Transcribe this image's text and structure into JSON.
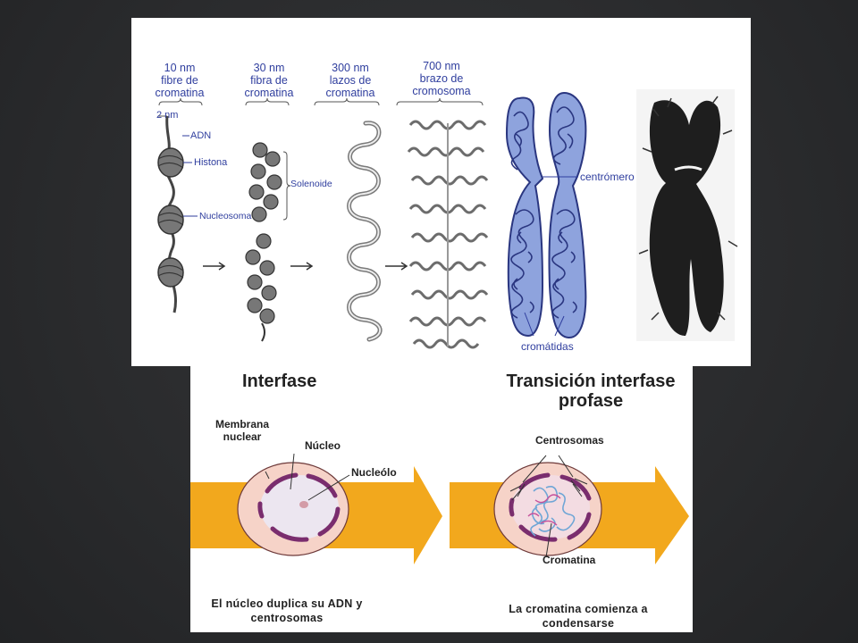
{
  "top_panel": {
    "stages": [
      {
        "size": "10 nm",
        "line1": "fibre de",
        "line2": "cromatina"
      },
      {
        "size": "30 nm",
        "line1": "fibra de",
        "line2": "cromatina"
      },
      {
        "size": "300 nm",
        "line1": "lazos de",
        "line2": "cromatina"
      },
      {
        "size": "700 nm",
        "line1": "brazo de",
        "line2": "cromosoma"
      }
    ],
    "labels": {
      "two_nm": "2 nm",
      "adn": "ADN",
      "histona": "Histona",
      "nucleosoma": "Nucleosoma",
      "solenoide": "Solenoide",
      "centromero": "centrómero",
      "cromatidas": "cromátidas"
    },
    "colors": {
      "label_blue": "#2f3e9e",
      "chromosome_fill": "#8ea3dd",
      "chromosome_stroke": "#2a3680"
    }
  },
  "bottom_panel": {
    "left_title": "Interfase",
    "right_title_line1": "Transición interfase",
    "right_title_line2": "profase",
    "left_annotations": {
      "membrana_line1": "Membrana",
      "membrana_line2": "nuclear",
      "nucleo": "Núcleo",
      "nucleolo": "Nucleólo"
    },
    "right_annotations": {
      "centrosomas": "Centrosomas",
      "cromatina": "Cromatina"
    },
    "left_caption_line1": "El núcleo duplica su ADN y",
    "left_caption_line2": "centrosomas",
    "right_caption_line1": "La cromatina comienza a",
    "right_caption_line2": "condensarse",
    "colors": {
      "arrow": "#f2a81d",
      "cell_fill": "#f6d3c8",
      "nucleus_ring": "#7a2d6e"
    }
  }
}
